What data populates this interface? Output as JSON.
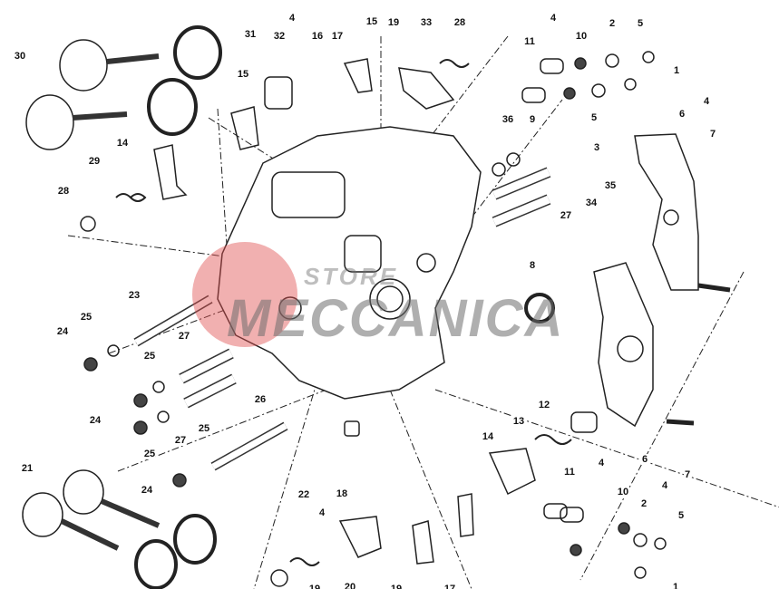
{
  "title": "Horizontal cylinder head exploded view",
  "watermark": {
    "line1": "STORE",
    "line2": "MECCANICA",
    "accent": "#e05050"
  },
  "labels": [
    "4",
    "32",
    "16",
    "17",
    "15",
    "19",
    "33",
    "28",
    "4",
    "11",
    "10",
    "2",
    "5",
    "1",
    "31",
    "30",
    "15",
    "4",
    "6",
    "7",
    "36",
    "9",
    "5",
    "3",
    "35",
    "34",
    "27",
    "14",
    "29",
    "28",
    "8",
    "23",
    "25",
    "24",
    "27",
    "25",
    "26",
    "24",
    "27",
    "25",
    "25",
    "12",
    "13",
    "14",
    "18",
    "6",
    "4",
    "7",
    "4",
    "11",
    "10",
    "2",
    "5",
    "1",
    "21",
    "22",
    "4",
    "24",
    "19",
    "20",
    "19",
    "17"
  ]
}
